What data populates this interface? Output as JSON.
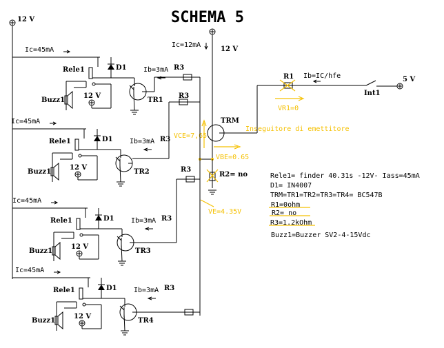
{
  "title": "SCHEMA 5",
  "supply_left": "12 V",
  "supply_top": "12 V",
  "ic_trm": "Ic=12mA",
  "trm_label": "TRM",
  "follower_note": "Inseguitore di emettitore",
  "vce": "VCE=7,65",
  "vbe": "VBE=0.65",
  "ve": "VE=4.35V",
  "r2_label": "R2= no",
  "r1_label": "R1",
  "ib_trm": "Ib=IC/hfe",
  "vr1": "VR1=0",
  "supply_5v": "5 V",
  "switch_label": "Int1",
  "blocks": [
    {
      "ic": "Ic=45mA",
      "relay": "Rele1",
      "diode": "D1",
      "buzzer": "Buzz1",
      "vsupply": "12 V",
      "ib": "Ib=3mA",
      "resistor": "R3",
      "transistor": "TR1"
    },
    {
      "ic": "Ic=45mA",
      "relay": "Rele1",
      "diode": "D1",
      "buzzer": "Buzz1",
      "vsupply": "12 V",
      "ib": "Ib=3mA",
      "resistor": "R3",
      "transistor": "TR2"
    },
    {
      "ic": "Ic=45mA",
      "relay": "Rele1",
      "diode": "D1",
      "buzzer": "Buzz1",
      "vsupply": "12 V",
      "ib": "Ib=3mA",
      "resistor": "R3",
      "transistor": "TR3"
    },
    {
      "ic": "Ic=45mA",
      "relay": "Rele1",
      "diode": "D1",
      "buzzer": "Buzz1",
      "vsupply": "12 V",
      "ib": "Ib=3mA",
      "resistor": "R3",
      "transistor": "TR4"
    }
  ],
  "legend": [
    "Rele1= finder 40.31s -12V- Iass=45mA",
    "D1= IN4007",
    "TRM=TR1=TR2=TR3=TR4= BC547B",
    "R1=0ohm",
    "R2= no",
    "R3=1.2kOhm",
    "Buzz1=Buzzer SV2-4-15Vdc"
  ],
  "colors": {
    "annotation": "#f5c000",
    "wire": "#000000"
  }
}
